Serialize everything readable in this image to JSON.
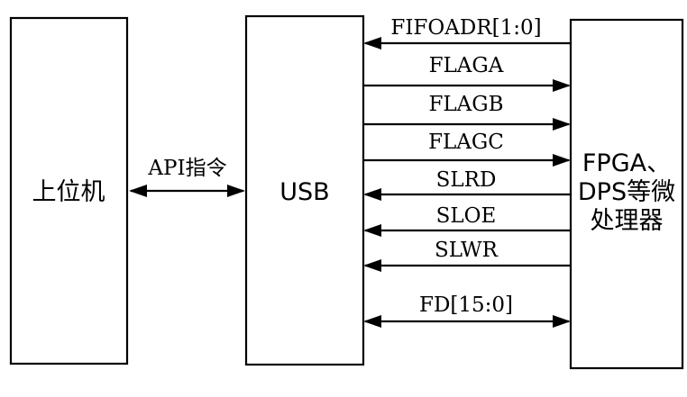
{
  "blocks": {
    "host": "上位机",
    "usb": "USB",
    "fpga_line1": "FPGA、",
    "fpga_line2": "DPS等微",
    "fpga_line3": "处理器"
  },
  "api_label": "API指令",
  "signals": [
    {
      "label": "FIFOADR[1:0]",
      "direction": "to-usb"
    },
    {
      "label": "FLAGA",
      "direction": "to-fpga"
    },
    {
      "label": "FLAGB",
      "direction": "to-fpga"
    },
    {
      "label": "FLAGC",
      "direction": "to-fpga"
    },
    {
      "label": "SLRD",
      "direction": "to-usb"
    },
    {
      "label": "SLOE",
      "direction": "to-usb"
    },
    {
      "label": "SLWR",
      "direction": "to-usb"
    },
    {
      "label": "FD[15:0]",
      "direction": "bidirectional"
    }
  ]
}
